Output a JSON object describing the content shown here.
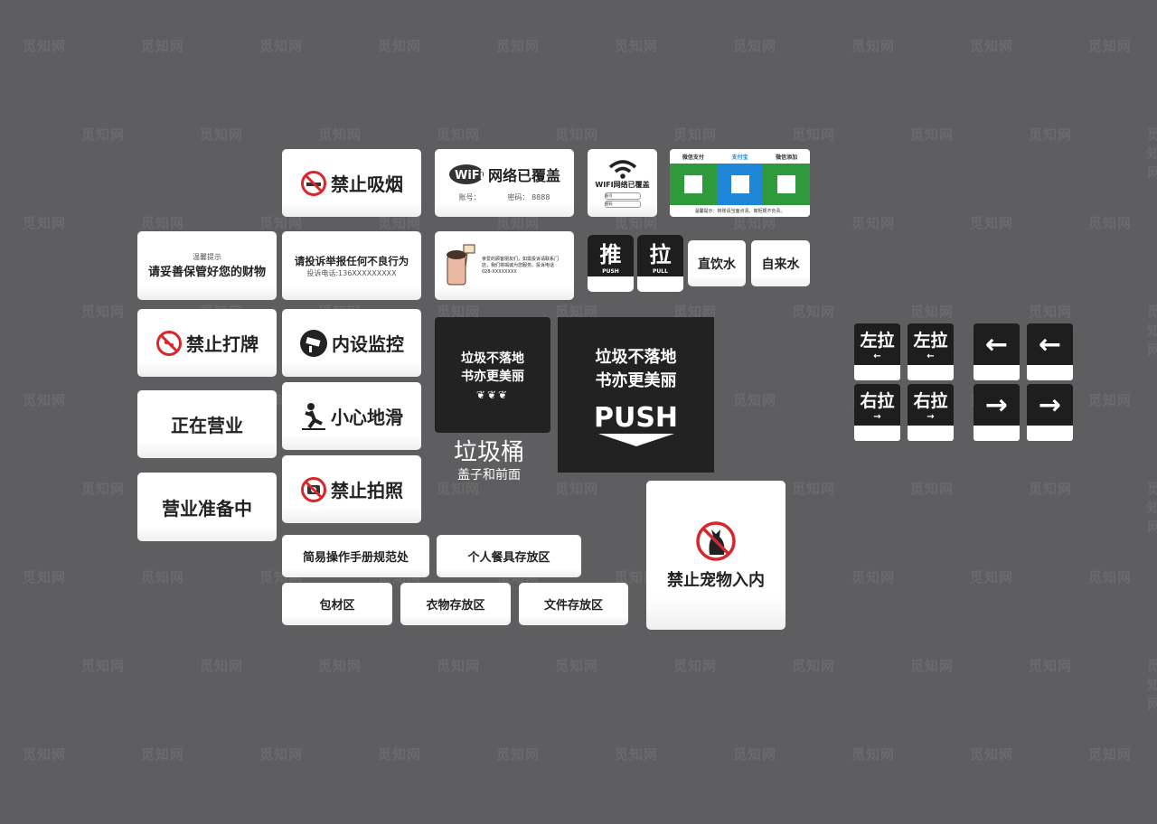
{
  "watermark": "觅知网",
  "signs": {
    "no_smoking": "禁止吸烟",
    "wifi_covered": "网络已覆盖",
    "wifi_account": "账号：",
    "wifi_password": "密码：",
    "wifi_password_value": "8888",
    "wifi_small_title": "WIFI网络已覆盖",
    "wifi_small_account": "账号",
    "wifi_small_password": "密码",
    "pay_wechat": "微信支付",
    "pay_alipay": "支付宝",
    "pay_wechat_add": "微信添加",
    "pay_footer": "温馨提示：转账请当面点清，离柜概不负责。",
    "reminder_label": "温馨提示",
    "keep_belongings": "请妥善保管好您的财物",
    "report_bad": "请投诉举报任何不良行为",
    "report_phone": "投诉电话:136XXXXXXXXX",
    "cartoon_note": "亲爱的顾客朋友们，如需投诉请联系门店，我们将竭诚为您服务。投诉电话 028-XXXXXXXX",
    "push_char": "推",
    "push_label": "PUSH",
    "pull_char": "拉",
    "pull_label": "PULL",
    "drinking_water": "直饮水",
    "tap_water": "自来水",
    "no_cards": "禁止打牌",
    "surveillance": "内设监控",
    "bin_small_line1": "垃圾不落地",
    "bin_small_line2": "书亦更美丽",
    "bin_big_line1": "垃圾不落地",
    "bin_big_line2": "书亦更美丽",
    "bin_push": "PUSH",
    "bin_caption": "垃圾桶",
    "bin_subcaption": "盖子和前面",
    "open": "正在营业",
    "slippery": "小心地滑",
    "preparing": "营业准备中",
    "no_photo": "禁止拍照",
    "manual_area": "简易操作手册规范处",
    "tableware_area": "个人餐具存放区",
    "packing_area": "包材区",
    "clothes_area": "衣物存放区",
    "file_area": "文件存放区",
    "no_pets": "禁止宠物入内",
    "pull_left": "左拉",
    "pull_right": "右拉"
  },
  "colors": {
    "background": "#5e5d5f",
    "prohibit_red": "#d8262b",
    "wechat_green": "#2e9a3b",
    "alipay_blue": "#1f87d8"
  }
}
